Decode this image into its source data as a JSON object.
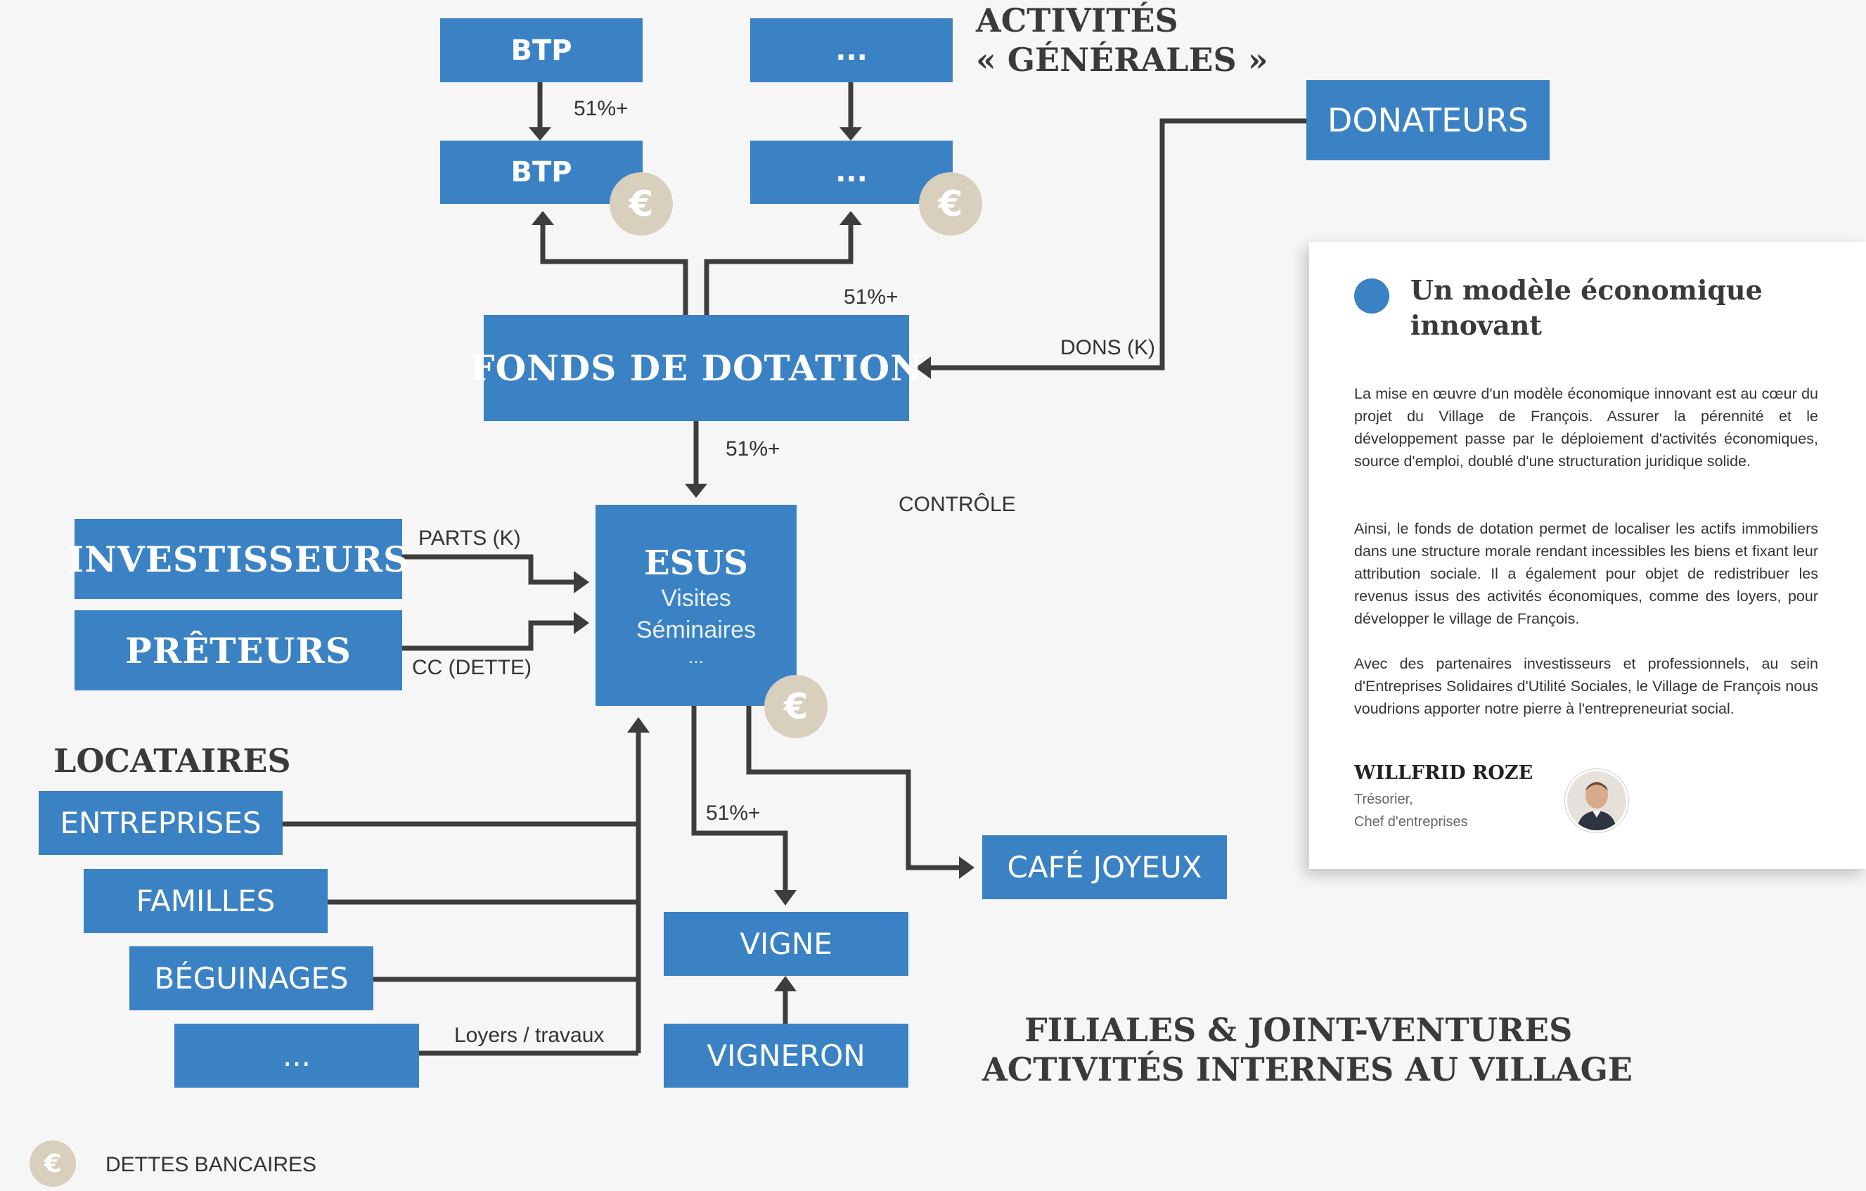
{
  "top_boxes": {
    "btp_parent": "BTP",
    "btp_child": "BTP",
    "other_parent": "...",
    "other_child": "..."
  },
  "headings": {
    "general_line1": "ACTIVITÉS",
    "general_line2": "« GÉNÉRALES »",
    "locataires": "LOCATAIRES",
    "filiales_line1": "FILIALES & JOINT-VENTURES",
    "filiales_line2": "ACTIVITÉS INTERNES AU VILLAGE"
  },
  "donateurs": "DONATEURS",
  "fonds": "FONDS DE DOTATION",
  "esus": {
    "title": "ESUS",
    "lines": [
      "Visites",
      "Séminaires",
      "..."
    ]
  },
  "investisseurs": "INVESTISSEURS",
  "preteurs": "PRÊTEURS",
  "tenants": [
    "ENTREPRISES",
    "FAMILLES",
    "BÉGUINAGES",
    "..."
  ],
  "subsidiaries": {
    "vigne": "VIGNE",
    "vigneron": "VIGNERON",
    "cafe": "CAFÉ JOYEUX"
  },
  "flow_labels": {
    "stake_btp": "51%+",
    "stake_fonds_up": "51%+",
    "stake_fonds_down": "51%+",
    "stake_vigne": "51%+",
    "dons": "DONS (K)",
    "controle": "CONTRÔLE",
    "parts": "PARTS (K)",
    "cc": "CC (DETTE)",
    "loyers": "Loyers / travaux"
  },
  "euro_symbol": "€",
  "legend": {
    "label": "DETTES BANCAIRES"
  },
  "card": {
    "title": "Un modèle économique innovant",
    "paragraphs": [
      "La mise en œuvre d'un modèle économique innovant est au cœur du projet du Village de François. Assurer la pérennité et le développement passe par le déploiement d'activités économiques, source d'emploi, doublé d'une structuration juridique solide.",
      "Ainsi, le fonds de dotation permet de localiser les actifs immobiliers dans une structure morale rendant incessibles les biens et fixant leur attribution sociale. Il a également pour objet de redistribuer les revenus issus des activités économiques, comme des loyers, pour développer le village de François.",
      "Avec des partenaires investisseurs et professionnels, au sein d'Entreprises Solidaires d'Utilité Sociales, le Village de François nous voudrions apporter notre pierre à l'entrepreneuriat social."
    ],
    "author_name": "WILLFRID ROZE",
    "author_role_1": "Trésorier,",
    "author_role_2": "Chef d'entreprises"
  },
  "colors": {
    "box_blue": "#3b82c4",
    "connector": "#3d3d3d",
    "euro_badge": "#d9cfbd",
    "heading_text": "#3a3a3a"
  }
}
